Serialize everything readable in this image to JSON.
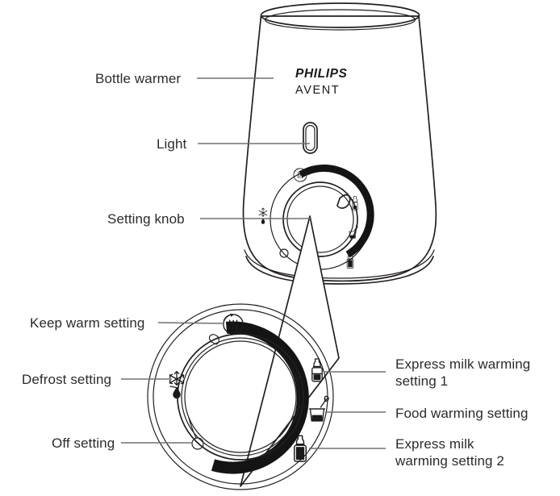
{
  "document": {
    "title": "Philips Avent Bottle Warmer - Parts Overview Diagram",
    "type": "instruction-manual-illustration"
  },
  "brand": {
    "line1": "PHILIPS",
    "line2": "AVENT"
  },
  "callouts": {
    "bottle_warmer": "Bottle warmer",
    "light": "Light",
    "setting_knob": "Setting knob",
    "keep_warm": "Keep warm setting",
    "defrost": "Defrost setting",
    "off": "Off setting",
    "express_milk_1_line1": "Express milk warming",
    "express_milk_1_line2": "setting 1",
    "food_warming": "Food warming setting",
    "express_milk_2_line1": "Express milk",
    "express_milk_2_line2": "warming setting 2"
  },
  "icons": {
    "keep_warm": "keep-warm-icon",
    "defrost": "snowflake-droplet-icon",
    "off": "off-circle-icon",
    "express_milk_1": "baby-bottle-half-icon",
    "food_warming": "food-jar-spoon-icon",
    "express_milk_2": "baby-bottle-full-icon",
    "light": "led-indicator-icon"
  },
  "colors": {
    "outline": "#231f20",
    "text": "#2b2b2b",
    "leader": "#6e7072",
    "band": "#141414",
    "background": "#ffffff"
  }
}
